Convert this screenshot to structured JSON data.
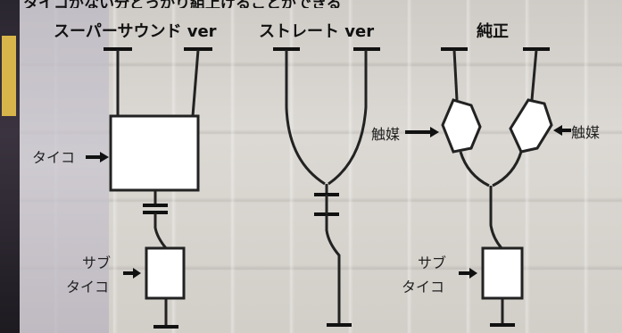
{
  "top_text": "タイコがない分どっかり組上げることができる",
  "columns": {
    "super_sound": {
      "title": "スーパーサウンド ver",
      "label_main": "タイコ",
      "label_sub_1": "サブ",
      "label_sub_2": "タイコ"
    },
    "straight": {
      "title": "ストレート ver"
    },
    "genuine": {
      "title": "純正",
      "label_left": "触媒",
      "label_right": "触媒",
      "label_sub_1": "サブ",
      "label_sub_2": "タイコ"
    }
  }
}
